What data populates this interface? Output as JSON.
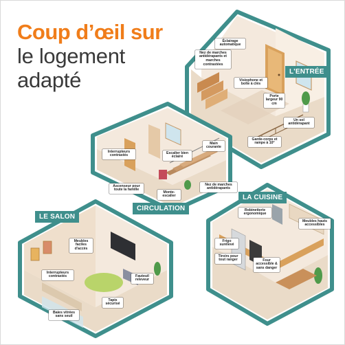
{
  "title": {
    "line1": "Coup d’œil sur",
    "line2": "le logement",
    "line3": "adapté"
  },
  "rooms": {
    "entree": "L'ENTRÉE",
    "circulation": "CIRCULATION",
    "cuisine": "LA CUISINE",
    "salon": "LE SALON"
  },
  "labels": {
    "eclairage": "Éclairage automatique",
    "nez_marches_entree": "Nez de marches antidérapants et marches contrastées",
    "visiophone": "Visiophone et boîte à clés",
    "porte": "Porte largeur 90 cm",
    "sol": "Un sol antidérapant",
    "garde_corps": "Garde-corps et rampe à 10°",
    "interrupteurs_circ": "Interrupteurs contrastés",
    "escalier": "Escalier bien éclairé",
    "main_courante": "Main courante",
    "ascenseur": "Ascenseur pour toute la famille",
    "monte_escalier": "Monte-escalier",
    "nez_marches_circ": "Nez de marches antidérapants",
    "robinetterie": "Robinetterie ergonomique",
    "meubles_hauts": "Meubles hauts accessibles",
    "frigo": "Frigo surélevé",
    "tiroirs": "Tiroirs pour tout ranger",
    "four": "Four accessible & sans danger",
    "meubles_faciles": "Meubles faciles d'accès",
    "interrupteurs_salon": "Interrupteurs contrastés",
    "fauteuil": "Fauteuil releveur",
    "tapis": "Tapis sécurisé",
    "baies": "Baies vitrées sans seuil"
  },
  "colors": {
    "accent_orange": "#f07d1a",
    "teal_border": "#3f8f8c",
    "wall": "#f4e9dd",
    "floor": "#eadbc8",
    "wood": "#d9a15c"
  }
}
